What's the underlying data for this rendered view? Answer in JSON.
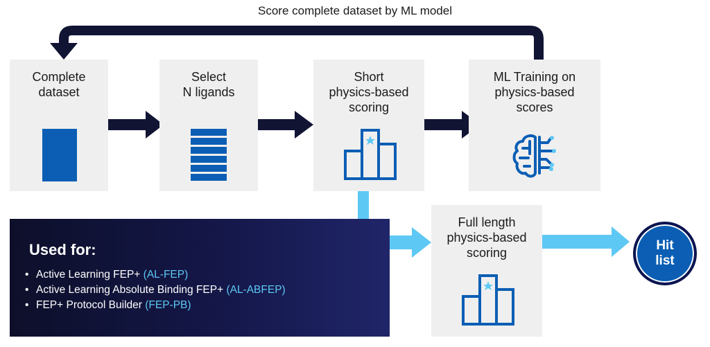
{
  "caption": "Score complete dataset by ML model",
  "steps": [
    {
      "title": "Complete\ndataset"
    },
    {
      "title": "Select\nN ligands"
    },
    {
      "title": "Short\nphysics-based\nscoring"
    },
    {
      "title": "ML Training on\nphysics-based\nscores"
    },
    {
      "title": "Full length\nphysics-based\nscoring"
    }
  ],
  "icons": {
    "dataset": "document-icon",
    "ligands": "list-icon",
    "short_scoring": "bar-chart-star-icon",
    "ml": "brain-circuit-icon",
    "full_scoring": "bar-chart-star-icon"
  },
  "used_for": {
    "heading": "Used for:",
    "items": [
      {
        "text": "Active Learning FEP+ ",
        "abbr": "(AL-FEP)"
      },
      {
        "text": "Active Learning Absolute Binding FEP+ ",
        "abbr": "(AL-ABFEP)"
      },
      {
        "text": "FEP+ Protocol Builder ",
        "abbr": "(FEP-PB)"
      }
    ]
  },
  "result": {
    "label": "Hit\nlist"
  },
  "colors": {
    "arrow_dark": "#111433",
    "arrow_light": "#5ec8f4",
    "icon_blue": "#0b5eb4",
    "box_bg": "#efefef",
    "star": "#5ec8f4"
  }
}
